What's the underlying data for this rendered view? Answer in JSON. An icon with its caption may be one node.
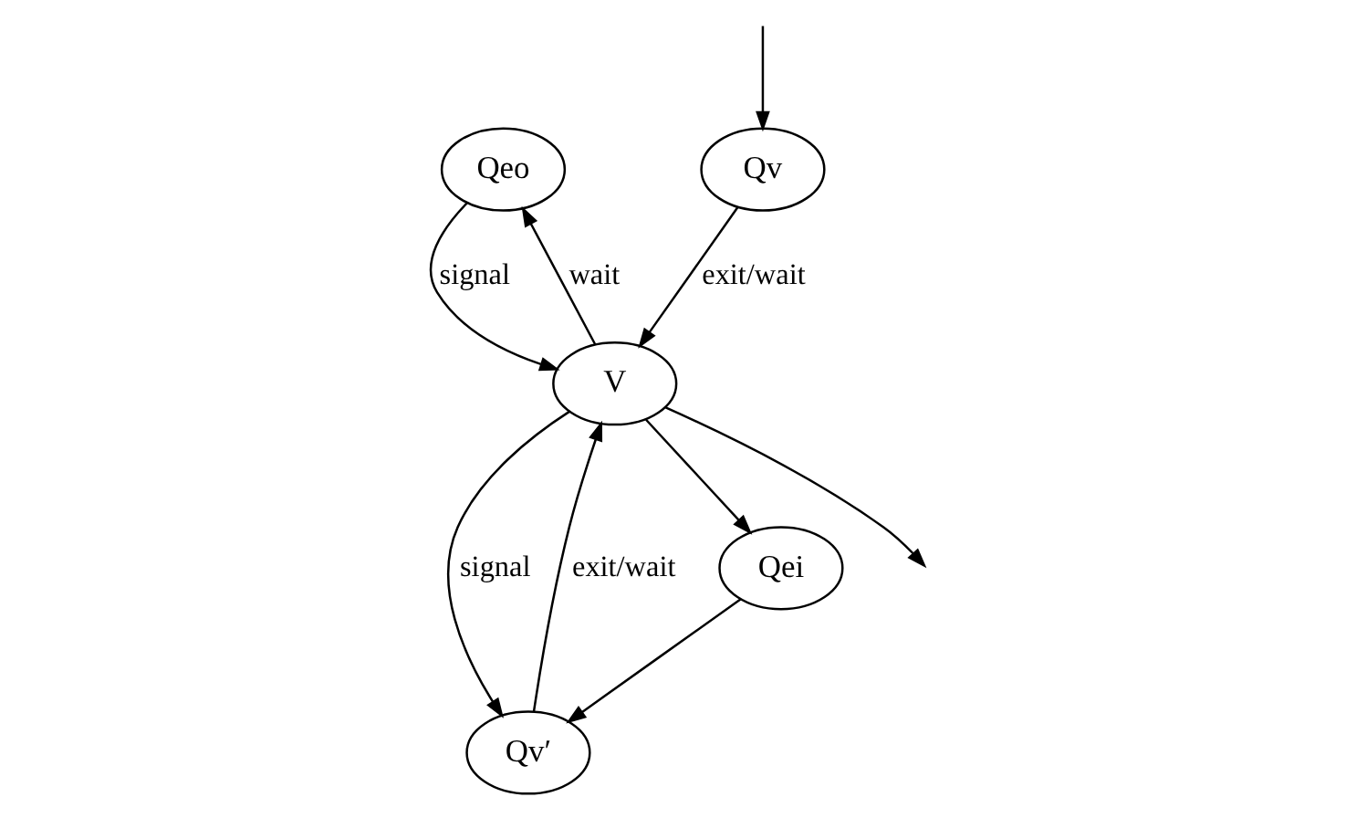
{
  "diagram": {
    "nodes": [
      {
        "text": [
          "Qeo"
        ]
      },
      {
        "text": [
          "Qv′"
        ]
      },
      {
        "text": [
          "Qei"
        ]
      },
      {
        "text": [
          "Qv"
        ]
      },
      {
        "text": [
          "V"
        ]
      }
    ],
    "edges": [
      {
        "from": null,
        "to": 3,
        "arrow": "to"
      },
      {
        "from": 3,
        "to": 4,
        "arrow": "to",
        "label": "exit/wait"
      },
      {
        "from": 1,
        "to": 4,
        "arrow": "to",
        "label": "exit/wait"
      },
      {
        "from": 4,
        "to": 1,
        "arrow": "to",
        "label": "signal"
      },
      {
        "from": 0,
        "to": 4,
        "arrow": "to",
        "label": "signal"
      },
      {
        "from": 4,
        "to": 0,
        "arrow": "to",
        "label": "wait"
      },
      {
        "from": 4,
        "to": 2,
        "arrow": "to"
      },
      {
        "from": 2,
        "to": 1,
        "arrow": "to"
      },
      {
        "from": 4,
        "to": null,
        "arrow": "to"
      }
    ]
  }
}
